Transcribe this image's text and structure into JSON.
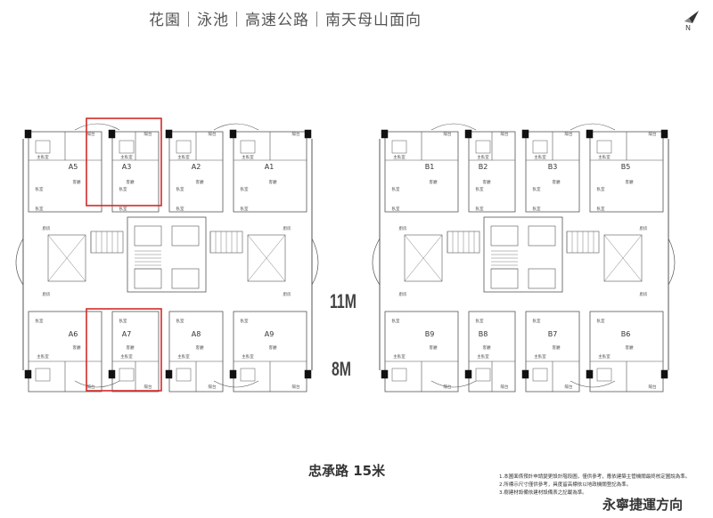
{
  "header": {
    "title": "花園｜泳池｜高速公路｜南天母山面向",
    "compass_letter": "N"
  },
  "building_a": {
    "top_units": [
      "A5",
      "A3",
      "A2",
      "A1"
    ],
    "bottom_units": [
      "A6",
      "A7",
      "A8",
      "A9"
    ],
    "highlighted_units": [
      "A3",
      "A7"
    ]
  },
  "building_b": {
    "top_units": [
      "B1",
      "B2",
      "B3",
      "B5"
    ],
    "bottom_units": [
      "B9",
      "B8",
      "B7",
      "B6"
    ]
  },
  "room_labels": {
    "master_bedroom": "主臥室",
    "bedroom": "臥室",
    "living_room": "客廳",
    "balcony": "陽台",
    "kitchen": "廚房"
  },
  "dimensions": {
    "gap_upper": "11M",
    "gap_lower": "8M"
  },
  "road_label": "忠承路 15米",
  "notes": [
    "1.本圖面係預計申請變更設計階段圖，僅供參考，應依建築主管機關最終核定圖說為準。",
    "2.所標示尺寸僅供參考，具度留高標依以地政機關登記為準。",
    "3.樹建材設備依建材設備表之記載為準。"
  ],
  "mrt_direction": "永寧捷運方向",
  "colors": {
    "highlight": "#d42a2a",
    "line": "#555555",
    "wall": "#111111"
  }
}
